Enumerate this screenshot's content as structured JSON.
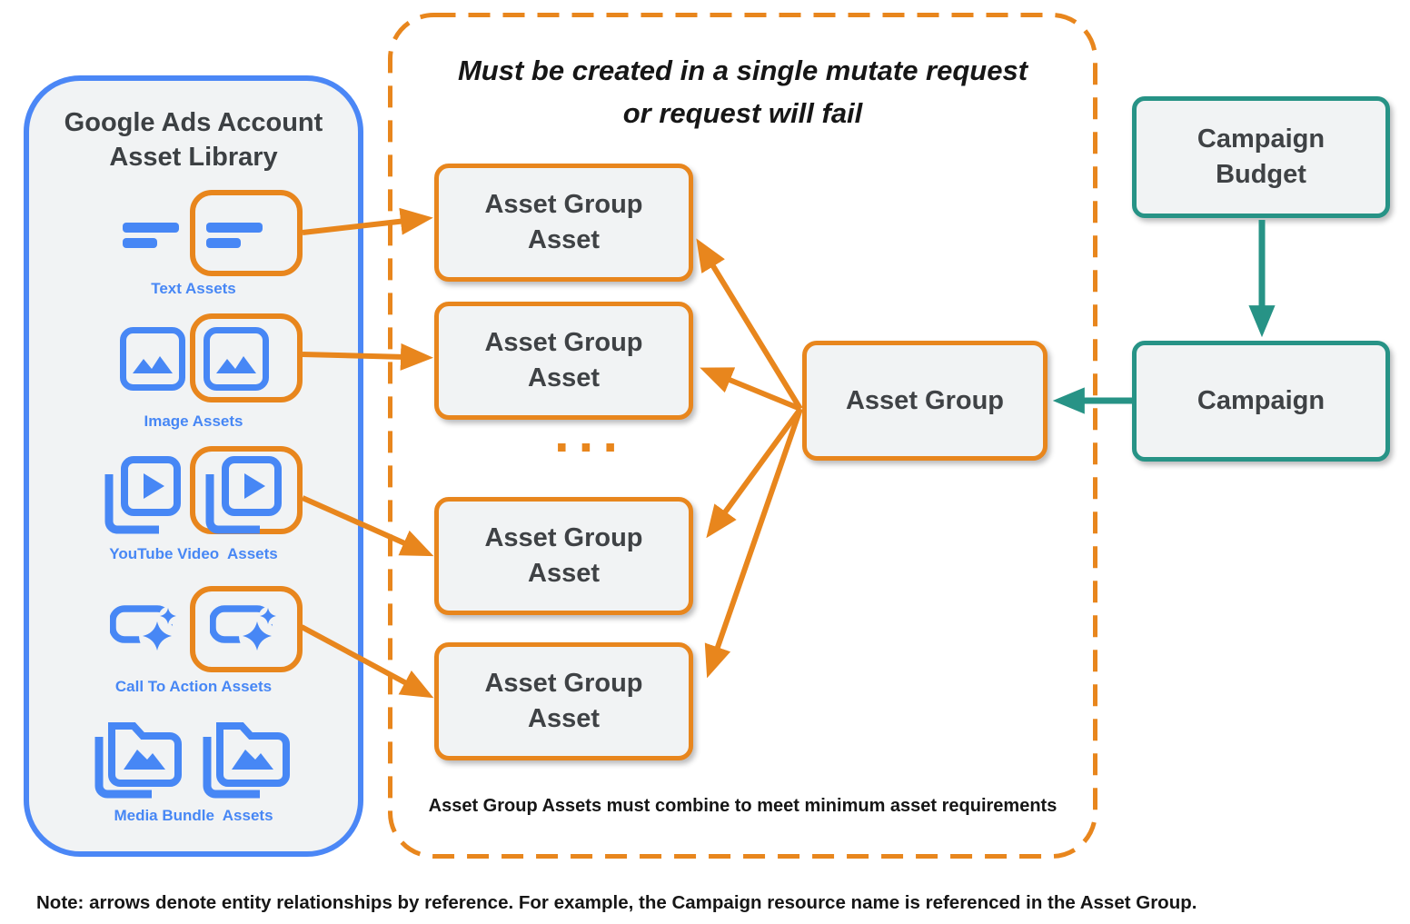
{
  "library": {
    "title_line1": "Google Ads Account",
    "title_line2": "Asset Library",
    "items": [
      {
        "label": "Text Assets",
        "icon": "text-asset-icon"
      },
      {
        "label": "Image Assets",
        "icon": "image-asset-icon"
      },
      {
        "label": "YouTube Video  Assets",
        "icon": "youtube-video-asset-icon"
      },
      {
        "label": "Call To Action Assets",
        "icon": "call-to-action-asset-icon"
      },
      {
        "label": "Media Bundle  Assets",
        "icon": "media-bundle-asset-icon"
      }
    ]
  },
  "mutate_panel": {
    "title_line1": "Must be created in a single mutate request",
    "title_line2": "or request will fail",
    "asset_group_asset_label": "Asset Group Asset",
    "ellipsis": "...",
    "asset_group_label": "Asset Group",
    "caption": "Asset Group Assets must combine to meet minimum asset requirements"
  },
  "campaign": {
    "budget_label": "Campaign Budget",
    "campaign_label": "Campaign"
  },
  "note": "Note: arrows denote entity relationships by reference. For example, the Campaign resource name is referenced in the Asset Group.",
  "colors": {
    "orange": "#E8861D",
    "blue": "#4787F5",
    "teal": "#279386",
    "box_fill": "#F1F3F4",
    "dark_text": "#3C4043",
    "black_text": "#161616"
  }
}
